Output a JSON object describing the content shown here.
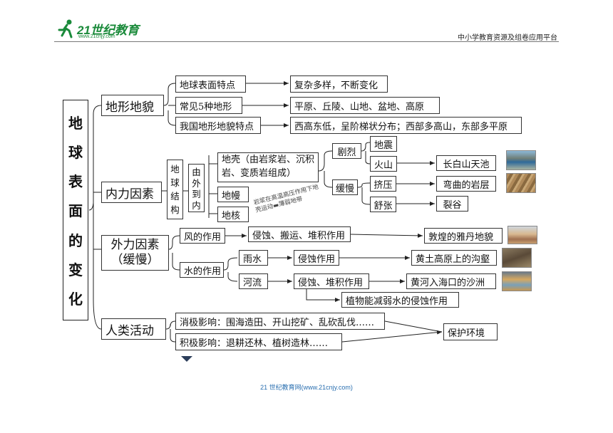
{
  "header": {
    "logo_text": "21世纪教育",
    "logo_sub": "www.21cnjy.com",
    "right_text": "中小学教育资源及组卷应用平台"
  },
  "title_chars": [
    "地",
    "球",
    "表",
    "面",
    "的",
    "变",
    "化"
  ],
  "sections": {
    "landform": {
      "label": "地形地貌",
      "rows": [
        {
          "topic": "地球表面特点",
          "detail": "复杂多样，不断变化"
        },
        {
          "topic": "常见5种地形",
          "detail": "平原、丘陵、山地、盆地、高原"
        },
        {
          "topic": "我国地形地貌特点",
          "detail": "西高东低，呈阶梯状分布；西部多高山，东部多平原"
        }
      ]
    },
    "internal": {
      "label": "内力因素",
      "structure_chars": [
        "地",
        "球",
        "结",
        "构"
      ],
      "order_chars": [
        "由",
        "外",
        "到",
        "内"
      ],
      "crust": "地壳（由岩浆岩、沉积岩、变质岩组成）",
      "mantle": "地幔",
      "core": "地核",
      "note": "岩浆在高温高压作用下地壳运动▬薄弱地带",
      "violent": "剧烈",
      "slow": "缓慢",
      "earthquake": "地震",
      "volcano": "火山",
      "squeeze": "挤压",
      "stretch": "舒张",
      "volcano_example": "长白山天池",
      "squeeze_example": "弯曲的岩层",
      "stretch_example": "裂谷"
    },
    "external": {
      "label_line1": "外力因素",
      "label_line2": "（缓慢）",
      "wind": "风的作用",
      "wind_effect": "侵蚀、搬运、堆积作用",
      "wind_example": "敦煌的雅丹地貌",
      "water": "水的作用",
      "rain": "雨水",
      "rain_effect": "侵蚀作用",
      "rain_example": "黄土高原上的沟壑",
      "river": "河流",
      "river_effect": "侵蚀、堆积作用",
      "river_example": "黄河入海口的沙洲",
      "plant_note": "植物能减弱水的侵蚀作用"
    },
    "human": {
      "label": "人类活动",
      "negative": "消极影响：围海造田、开山挖矿、乱砍乱伐……",
      "positive": "积极影响：退耕还林、植树造林……",
      "conclusion": "保护环境"
    }
  },
  "footer": "21 世纪教育网(www.21cnjy.com)"
}
